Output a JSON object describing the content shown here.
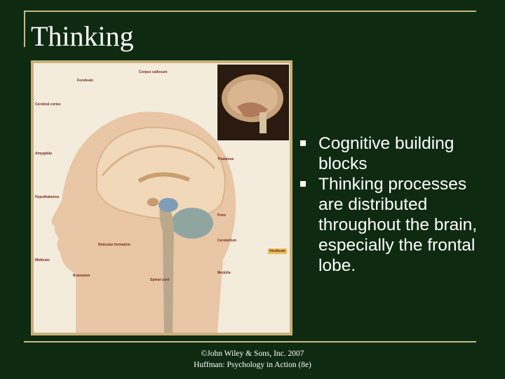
{
  "slide": {
    "title": "Thinking",
    "bullets": [
      "Cognitive building blocks",
      "Thinking processes are distributed throughout the brain, especially the frontal lobe."
    ],
    "caption_line1": "©John Wiley & Sons, Inc. 2007",
    "caption_line2": "Huffman: Psychology in Action (8e)"
  },
  "figure": {
    "labels": {
      "corpus_callosum": "Corpus callosum",
      "forebrain": "Forebrain",
      "cerebral_cortex": "Cerebral cortex",
      "amygdala": "Amygdala",
      "hypothalamus": "Hypothalamus",
      "thalamus": "Thalamus",
      "pons": "Pons",
      "cerebellum": "Cerebellum",
      "reticular_formation": "Reticular formation",
      "midbrain": "Midbrain",
      "brainstem": "Brainstem",
      "spinal_cord": "Spinal cord",
      "medulla": "Medulla",
      "hindbrain": "Hindbrain"
    }
  },
  "colors": {
    "background": "#0e2b12",
    "frame": "#c9b880",
    "text": "#ffffff"
  }
}
